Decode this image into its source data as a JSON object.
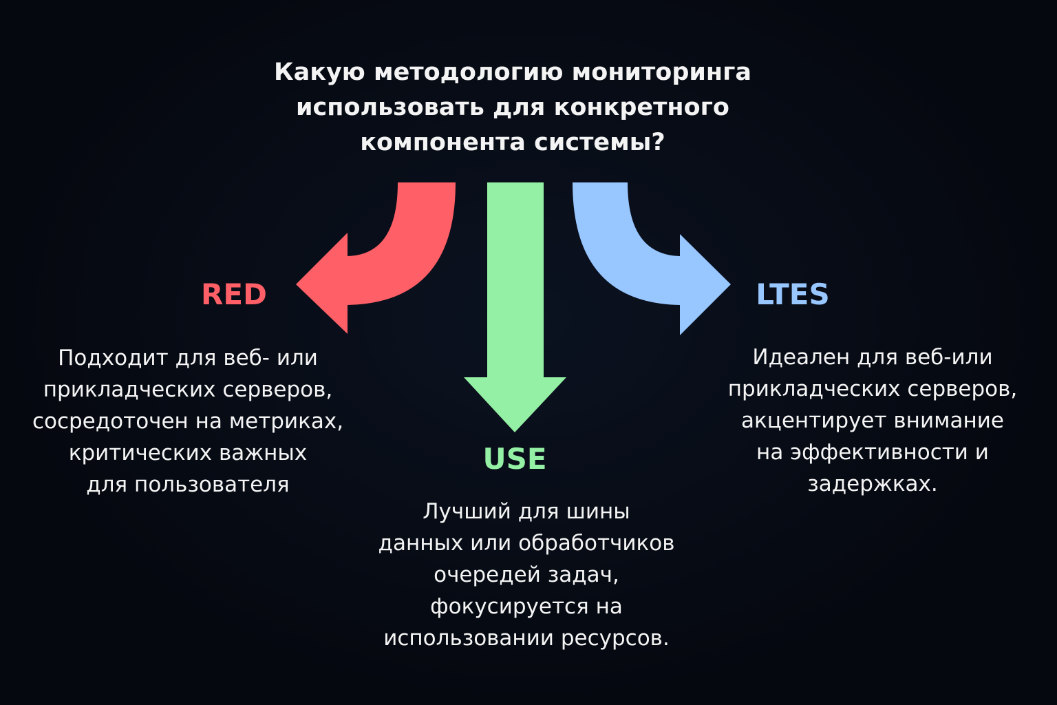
{
  "title": {
    "lines": [
      "Какую методологию мониторинга",
      "использовать для конкретного",
      "компонента системы?"
    ]
  },
  "colors": {
    "red": "#ff5f66",
    "green": "#94f0a4",
    "blue": "#98c6ff",
    "background": "#05080f"
  },
  "branches": {
    "red": {
      "label": "RED",
      "lines": [
        "Подходит для веб- или",
        "прикладческих серверов,",
        "сосредоточен на метриках,",
        "критических важных",
        "для пользователя"
      ]
    },
    "use": {
      "label": "USE",
      "lines": [
        "Лучший для шины",
        "данных или обработчиков",
        "очередей задач,",
        "фокусируется на",
        "использовании ресурсов."
      ]
    },
    "ltes": {
      "label": "LTES",
      "lines": [
        "Идеален для веб-или",
        "прикладческих серверов,",
        "акцентирует внимание",
        "на эффективности и",
        "задержках."
      ]
    }
  }
}
